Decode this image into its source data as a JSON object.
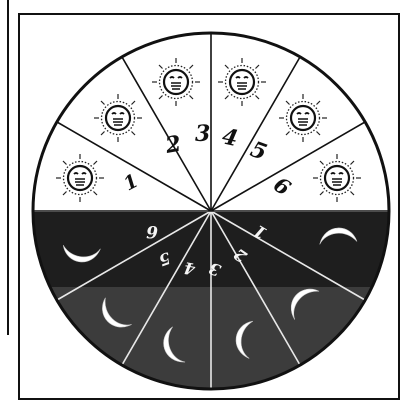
{
  "diagram": {
    "day_hour_labels": [
      "1",
      "2",
      "3",
      "4",
      "5",
      "6"
    ],
    "night_hour_labels": [
      "1",
      "2",
      "3",
      "4",
      "5",
      "6"
    ],
    "day_icon": "sun-face-icon",
    "night_icon": "crescent-moon-icon",
    "colors": {
      "day_background": "#ffffff",
      "night_upper_band": "#1e1e1e",
      "night_lower_band": "#3c3c3c",
      "moon": "#ffffff",
      "line": "#111111"
    }
  }
}
